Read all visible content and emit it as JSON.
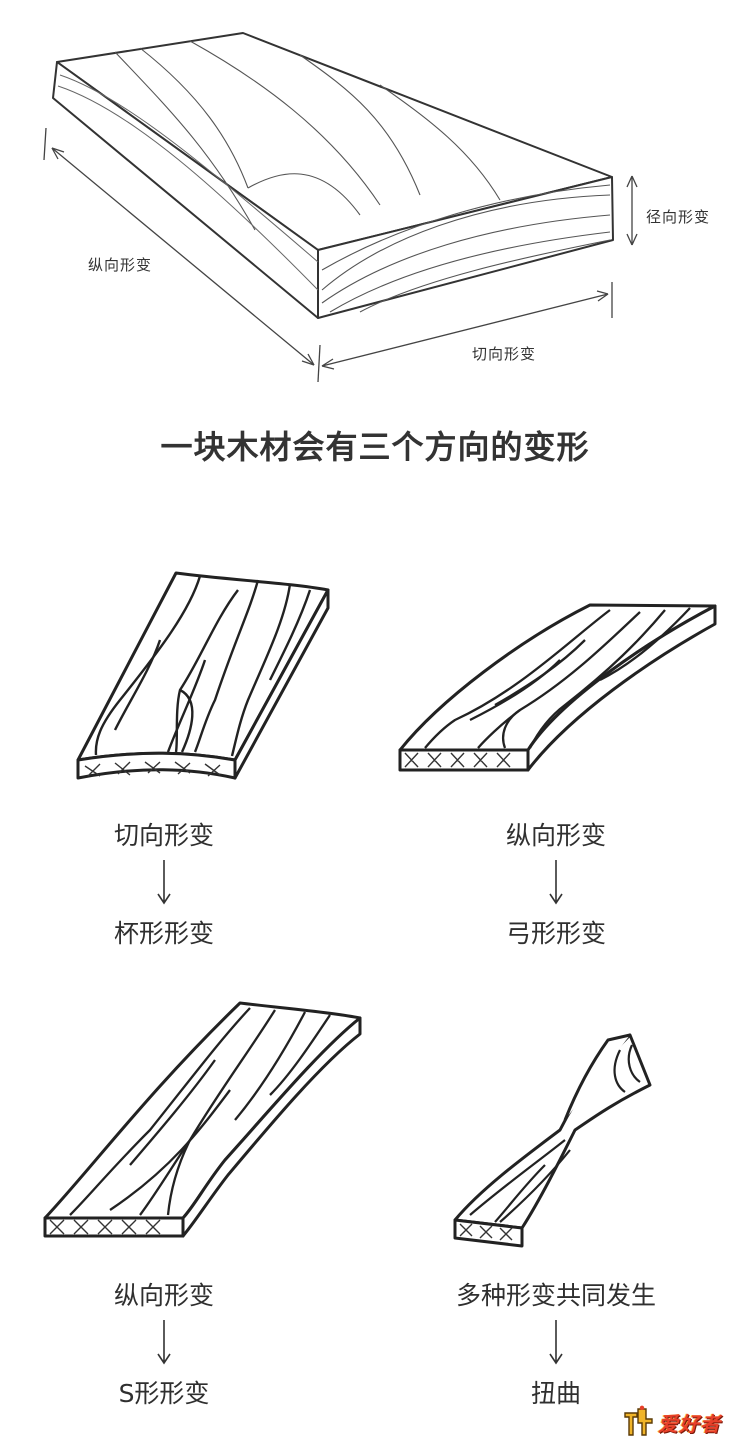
{
  "labels": {
    "radial": "径向形变",
    "longitudinal": "纵向形变",
    "tangential": "切向形变"
  },
  "title": "一块木材会有三个方向的变形",
  "panels": [
    {
      "top": "切向形变",
      "bottom": "杯形形变"
    },
    {
      "top": "纵向形变",
      "bottom": "弓形形变"
    },
    {
      "top": "纵向形变",
      "bottom": "S形形变"
    },
    {
      "top": "多种形变共同发生",
      "bottom": "扭曲"
    }
  ],
  "logo": {
    "icon": "wood-figure-icon",
    "text": "爱好者",
    "colors": {
      "text": "#e8402a",
      "icon": "#f0b429"
    }
  }
}
